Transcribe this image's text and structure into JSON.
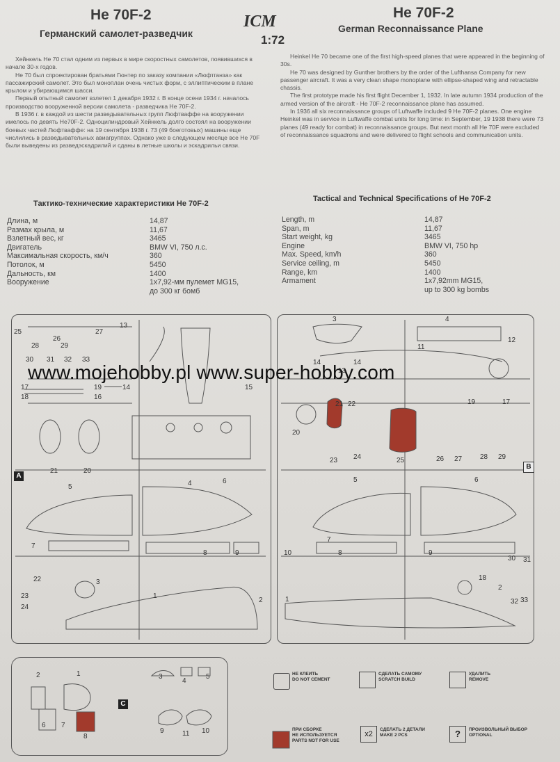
{
  "header": {
    "title_left": "He 70F-2",
    "subtitle_left": "Германский самолет-разведчик",
    "title_right": "He 70F-2",
    "subtitle_right": "German Reconnaissance Plane",
    "brand_logo": "ICM",
    "scale": "1:72"
  },
  "intro_ru": [
    "Хейнкель Не 70 стал одним из первых в мире скоростных самолетов, появившихся в начале 30-х годов.",
    "Не 70 был спроектирован братьями Гюнтер по заказу компании «Люфтганза» как пассажирский самолет. Это был моноплан очень чистых форм, с эллиптическим в плане крылом и убирающимся шасси.",
    "Первый опытный самолет взлетел 1 декабря 1932 г. В конце осени 1934 г. началось производство вооруженной версии самолета - разведчика Не 70F-2.",
    "В 1936 г. в каждой из шести разведывательных групп Люфтваффе на вооружении имелось по девять Не70F-2. Одноцилиндровый Хейнкель долго состоял на вооружении боевых частей Люфтваффе: на 19 сентября 1938 г. 73 (49 боеготовых) машины еще числились в разведывательных авиагруппах. Однако уже в следующем месяце все Не 70F были выведены из разведэскадрилий и сданы в летные школы и эскадрильи связи."
  ],
  "intro_en": [
    "Heinkel He 70 became one of the first high-speed planes that were appeared in the beginning of 30s.",
    "He 70 was designed by Gunther brothers by the order of the Lufthansa Company for new passenger aircraft. It was a very clean shape monoplane with ellipse-shaped wing and retractable chassis.",
    "The first prototype made his first flight December 1, 1932. In late autumn 1934 production of the armed version of the aircraft - He 70F-2 reconnaissance plane has assumed.",
    "In 1936 all six reconnaissance groups of Luftwaffe included 9 He 70F-2 planes. One engine Heinkel was in service in Luftwaffe combat units for long time: in September, 19 1938 there were 73 planes (49 ready for combat) in reconnaissance groups. But next month all He 70F were excluded of reconnaissance squadrons and were delivered to flight schools and communication units."
  ],
  "specs_ru": {
    "heading": "Тактико-технические характеристики Не 70F-2",
    "rows": [
      {
        "k": "Длина, м",
        "v": "14,87"
      },
      {
        "k": "Размах крыла, м",
        "v": "11,67"
      },
      {
        "k": "Взлетный вес, кг",
        "v": "3465"
      },
      {
        "k": "Двигатель",
        "v": "BMW VI, 750 л.с."
      },
      {
        "k": "Максимальная скорость, км/ч",
        "v": "360"
      },
      {
        "k": "Потолок, м",
        "v": "5450"
      },
      {
        "k": "Дальность, км",
        "v": "1400"
      },
      {
        "k": "Вооружение",
        "v": "1х7,92-мм пулемет MG15,\nдо 300 кг бомб"
      }
    ]
  },
  "specs_en": {
    "heading": "Tactical and Technical Specifications of He 70F-2",
    "rows": [
      {
        "k": "Length, m",
        "v": "14,87"
      },
      {
        "k": "Span, m",
        "v": "11,67"
      },
      {
        "k": "Start weight, kg",
        "v": "3465"
      },
      {
        "k": "Engine",
        "v": "BMW VI, 750 hp"
      },
      {
        "k": "Max. Speed, km/h",
        "v": "360"
      },
      {
        "k": "Service ceiling, m",
        "v": "5450"
      },
      {
        "k": "Range, km",
        "v": "1400"
      },
      {
        "k": "Armament",
        "v": "1x7,92mm MG15,\nup to 300 kg bombs"
      }
    ]
  },
  "watermark": "www.mojehobby.pl www.super-hobby.com",
  "sprue_tags": {
    "a": "A",
    "b": "B",
    "c": "C"
  },
  "part_numbers_a": [
    "25",
    "26",
    "27",
    "28",
    "29",
    "30",
    "31",
    "32",
    "33",
    "17",
    "19",
    "18",
    "16",
    "13",
    "14",
    "15",
    "21",
    "20",
    "5",
    "4",
    "6",
    "7",
    "8",
    "9",
    "22",
    "3",
    "23",
    "24",
    "1",
    "2"
  ],
  "part_numbers_b": [
    "3",
    "4",
    "11",
    "12",
    "14",
    "13",
    "14",
    "21",
    "22",
    "19",
    "17",
    "20",
    "23",
    "24",
    "25",
    "26",
    "27",
    "28",
    "29",
    "5",
    "6",
    "7",
    "8",
    "9",
    "10",
    "30",
    "31",
    "32",
    "33",
    "1",
    "2",
    "18"
  ],
  "part_numbers_c": [
    "2",
    "1",
    "3",
    "4",
    "5",
    "6",
    "7",
    "8",
    "9",
    "10",
    "11"
  ],
  "legend": {
    "do_not_cement": "НЕ КЛЕИТЬ\nDO NOT CEMENT",
    "scratch_build": "СДЕЛАТЬ САМОМУ\nSCRATCH BUILD",
    "remove": "УДАЛИТЬ\nREMOVE",
    "not_for_use": "ПРИ СБОРКЕ\nНЕ ИСПОЛЬЗУЕТСЯ\nPARTS NOT FOR USE",
    "make_2": "СДЕЛАТЬ 2 ДЕТАЛИ\nMAKE 2 PCS",
    "optional": "ПРОИЗВОЛЬНЫЙ ВЫБОР\nOPTIONAL",
    "x2": "x2",
    "q": "?"
  },
  "colors": {
    "red_part": "#a23a2c",
    "line": "#555555",
    "paper": "#e2e1de"
  }
}
